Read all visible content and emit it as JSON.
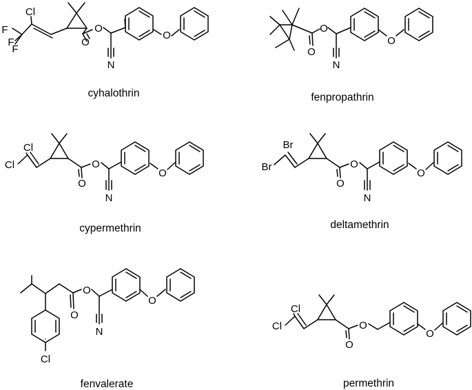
{
  "panels": [
    {
      "id": "cyhalothrin",
      "name": "cyhalothrin",
      "atoms": {
        "halogen_top": "Cl",
        "f1": "F",
        "f2": "F",
        "f3": "F",
        "o_ester": "O",
        "o_carbonyl": "O",
        "o_ether": "O",
        "nitrile_n": "N"
      }
    },
    {
      "id": "fenpropathrin",
      "name": "fenpropathrin",
      "atoms": {
        "o_ester": "O",
        "o_carbonyl": "O",
        "o_ether": "O",
        "nitrile_n": "N"
      }
    },
    {
      "id": "cypermethrin",
      "name": "cypermethrin",
      "atoms": {
        "hal1": "Cl",
        "hal2": "Cl",
        "o_ester": "O",
        "o_carbonyl": "O",
        "o_ether": "O",
        "nitrile_n": "N"
      }
    },
    {
      "id": "deltamethrin",
      "name": "deltamethrin",
      "atoms": {
        "hal1": "Br",
        "hal2": "Br",
        "o_ester": "O",
        "o_carbonyl": "O",
        "o_ether": "O",
        "nitrile_n": "N"
      }
    },
    {
      "id": "fenvalerate",
      "name": "fenvalerate",
      "atoms": {
        "cl": "Cl",
        "o_ester": "O",
        "o_carbonyl": "O",
        "o_ether": "O",
        "nitrile_n": "N"
      }
    },
    {
      "id": "permethrin",
      "name": "permethrin",
      "atoms": {
        "hal1": "Cl",
        "hal2": "Cl",
        "o_ester": "O",
        "o_carbonyl": "O",
        "o_ether": "O"
      }
    }
  ]
}
